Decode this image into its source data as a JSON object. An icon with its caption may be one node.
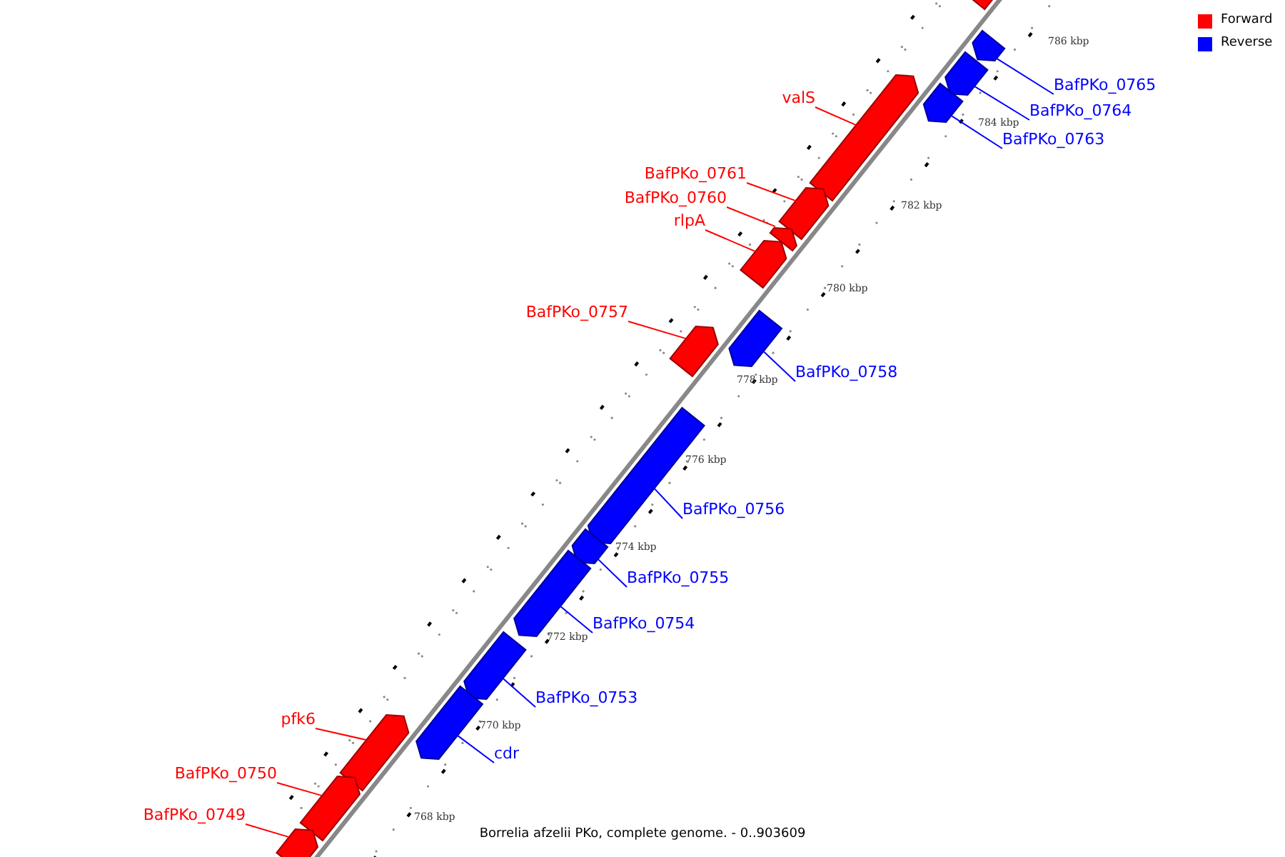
{
  "diagram": {
    "caption": "Borrelia afzelii PKo, complete genome. - 0..903609",
    "nodes": [
      {
        "text": [],
        "shape": "bar"
      },
      {
        "text": [
          "BafPKo_0765"
        ]
      },
      {
        "text": [],
        "shape": "bar"
      },
      {
        "text": [
          "BafPKo_0764"
        ]
      },
      {
        "text": [],
        "shape": "bar"
      },
      {
        "text": [
          "valS"
        ]
      },
      {
        "text": [],
        "shape": "bar"
      },
      {
        "text": [
          "BafPKo_0763"
        ]
      },
      {
        "text": [],
        "shape": "bar"
      },
      {
        "text": [
          "BafPKo_0761"
        ]
      },
      {
        "text": [],
        "shape": "bar"
      },
      {
        "text": [
          "BafPKo_0760"
        ]
      },
      {
        "text": [],
        "shape": "bar"
      },
      {
        "text": [
          "rlpA"
        ]
      },
      {
        "text": [],
        "shape": "bar"
      },
      {
        "text": [
          "BafPKo_0757"
        ]
      },
      {
        "text": [],
        "shape": "bar"
      },
      {
        "text": [
          "BafPKo_0758"
        ]
      },
      {
        "text": [],
        "shape": "bar"
      },
      {
        "text": [
          "BafPKo_0756"
        ]
      },
      {
        "text": [],
        "shape": "bar"
      },
      {
        "text": [
          "BafPKo_0755"
        ]
      },
      {
        "text": [],
        "shape": "bar"
      },
      {
        "text": [
          "BafPKo_0754"
        ]
      },
      {
        "text": [],
        "shape": "bar"
      },
      {
        "text": [
          "BafPKo_0753"
        ]
      },
      {
        "text": [],
        "shape": "bar"
      },
      {
        "text": [
          "pfk6"
        ]
      },
      {
        "text": [],
        "shape": "bar"
      },
      {
        "text": [
          "cdr"
        ]
      },
      {
        "text": [],
        "shape": "bar"
      },
      {
        "text": [
          "BafPKo_0750"
        ]
      },
      {
        "text": [],
        "shape": "bar"
      },
      {
        "text": [
          "BafPKo_0749"
        ]
      },
      {
        "text": [],
        "shape": "bar"
      }
    ],
    "edges": [
      {
        "from": 1,
        "to": 2,
        "arrow": "none"
      },
      {
        "from": 3,
        "to": 4,
        "arrow": "none"
      },
      {
        "from": 5,
        "to": 6,
        "arrow": "none",
        "color": "#ff0000"
      },
      {
        "from": 7,
        "to": 8,
        "arrow": "none"
      },
      {
        "from": 9,
        "to": 10,
        "arrow": "none",
        "color": "#ff0000"
      },
      {
        "from": 11,
        "to": 12,
        "arrow": "none",
        "color": "#ff0000"
      },
      {
        "from": 13,
        "to": 14,
        "arrow": "none",
        "color": "#ff0000"
      },
      {
        "from": 15,
        "to": 16,
        "arrow": "none",
        "color": "#ff0000"
      },
      {
        "from": 17,
        "to": 18,
        "arrow": "none"
      },
      {
        "from": 19,
        "to": 20,
        "arrow": "none"
      },
      {
        "from": 21,
        "to": 22,
        "arrow": "none"
      },
      {
        "from": 23,
        "to": 24,
        "arrow": "none"
      },
      {
        "from": 25,
        "to": 26,
        "arrow": "none"
      },
      {
        "from": 27,
        "to": 28,
        "arrow": "none",
        "color": "#ff0000"
      },
      {
        "from": 29,
        "to": 30,
        "arrow": "none"
      },
      {
        "from": 31,
        "to": 32,
        "arrow": "none",
        "color": "#ff0000"
      },
      {
        "from": 33,
        "to": 34,
        "arrow": "none",
        "color": "#ff0000"
      }
    ],
    "labels": [
      "786 kbp",
      "784 kbp",
      "782 kbp",
      "780 kbp",
      "778 kbp",
      "776 kbp",
      "774 kbp",
      "772 kbp",
      "770 kbp",
      "768 kbp"
    ],
    "legend": [
      {
        "text": "Forward",
        "color": "#ff0000"
      },
      {
        "text": "Reverse",
        "color": "#0000ff"
      }
    ]
  }
}
